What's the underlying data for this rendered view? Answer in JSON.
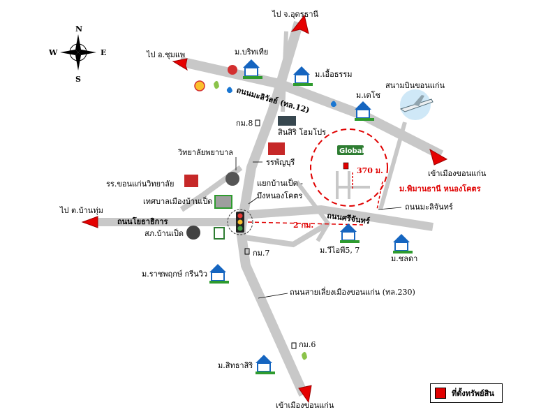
{
  "compass": {
    "n": "N",
    "s": "S",
    "e": "E",
    "w": "W"
  },
  "destinations": {
    "udon": "ไป จ.อุดรธานี",
    "chumphae": "ไป อ.ชุมแพ",
    "ban_thum": "ไป ต.บ้านทุ่ม",
    "city_ne": "เข้าเมืองขอนแก่น",
    "city_s": "เข้าเมืองขอนแก่น"
  },
  "roads": {
    "mittraphap": "ถนนมะลิวัลย์ (ทล.12)",
    "yothasiri": "ถนนโยธาธิการ",
    "sriphan": "ถนนศรีจันทร์",
    "malichan": "ถนนมะลิจันทร์",
    "bypass": "ถนนสายเลี่ยงเมืองขอนแก่น (ทล.230)"
  },
  "places": {
    "borithia": "ม.บริทเทีย",
    "uatham": "ม.เอื้อธรรม",
    "techo": "ม.เตโช",
    "airport": "สนามบินขอนแก่น",
    "km8": "กม.8",
    "homepro": "สินสิริ โฮมโปร",
    "nursing": "วิทยาลัยพยาบาล",
    "rr_phanburi": "รรพัญบุรี",
    "khonkaen_school": "รร.ขอนแก่นวิทยาลัย",
    "ban_ped_muni": "เทศบาลเมืองบ้านเป็ด",
    "junction": "แยกบ้านเป็ด -",
    "junction2": "บึงหนองโคตร",
    "police": "สภ.บ้านเป็ด",
    "km7": "กม.7",
    "v5": "ม.วีไอพี5, 7",
    "chonlada": "ม.ชลดา",
    "ratchaphruek": "ม.ราชพฤกษ์ กรีนวิว",
    "km6": "กม.6",
    "sitthasiri": "ม.สิทธาสิริ",
    "global": "Global",
    "phimarn": "ม.พิมานธานี หนองโคตร"
  },
  "distances": {
    "d370": "370 ม.",
    "d2km": "2 กม."
  },
  "legend": {
    "label": "ที่ตั้งทรัพย์สิน"
  },
  "colors": {
    "arrow": "#e50000",
    "road": "#c8c8c8",
    "subject": "#e00000",
    "house": "#1565c0",
    "green": "#2e9b2e"
  }
}
